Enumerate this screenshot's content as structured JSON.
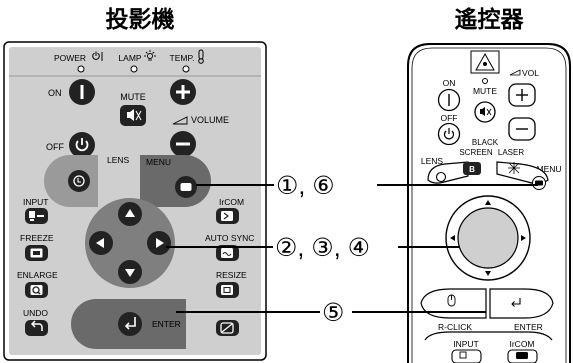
{
  "titles": {
    "projector": "投影機",
    "remote": "遙控器"
  },
  "projector": {
    "indicators": {
      "power": "POWER",
      "lamp": "LAMP",
      "temp": "TEMP."
    },
    "on": "ON",
    "off": "OFF",
    "mute": "MUTE",
    "volume": "VOLUME",
    "lens": "LENS",
    "menu": "MENU",
    "input": "INPUT",
    "freeze": "FREEZE",
    "enlarge": "ENLARGE",
    "undo": "UNDO",
    "ircom": "IrCOM",
    "auto_sync": "AUTO SYNC",
    "resize": "RESIZE",
    "enter": "ENTER"
  },
  "remote": {
    "on": "ON",
    "mute": "MUTE",
    "vol": "VOL",
    "off": "OFF",
    "black_screen_line1": "BLACK",
    "black_screen_line2": "SCREEN",
    "laser": "LASER",
    "lens": "LENS",
    "menu": "MENU",
    "r_click": "R-CLICK",
    "enter": "ENTER",
    "input": "INPUT",
    "ircom": "IrCOM"
  },
  "callouts": {
    "row1": "①, ⑥",
    "row2": "②, ③, ④",
    "row3": "⑤"
  }
}
